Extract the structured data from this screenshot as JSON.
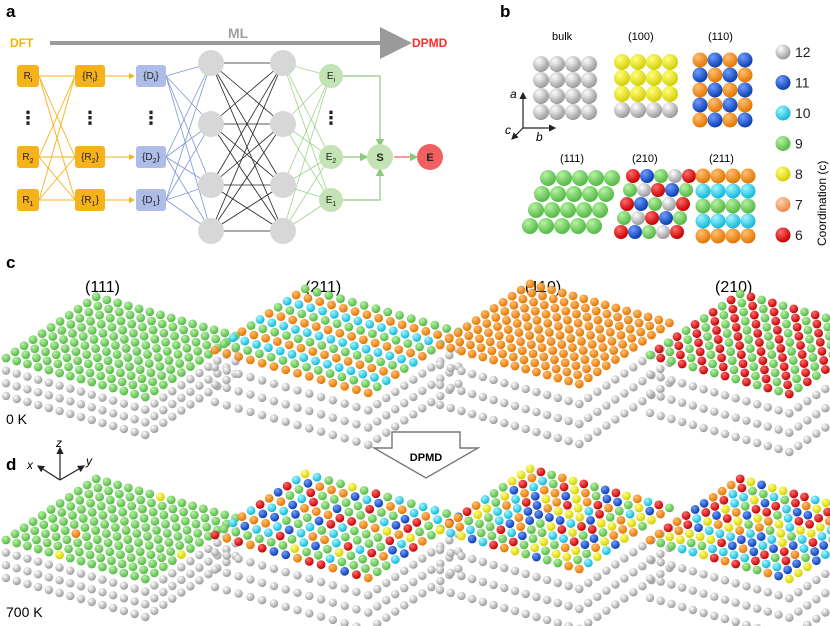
{
  "panels": {
    "a": "a",
    "b": "b",
    "c": "c",
    "d": "d"
  },
  "panel_a": {
    "dft": "DFT",
    "ml": "ML",
    "dpmd": "DPMD",
    "inputs": [
      {
        "r": "R",
        "sub": "i",
        "set_r": "{R",
        "set_sub": "i",
        "d": "{D",
        "d_sub": "i",
        "e": "E",
        "e_sub": "i"
      },
      {
        "r": "R",
        "sub": "2",
        "set_r": "{R",
        "set_sub": "2",
        "d": "{D",
        "d_sub": "2",
        "e": "E",
        "e_sub": "2"
      },
      {
        "r": "R",
        "sub": "1",
        "set_r": "{R",
        "set_sub": "1",
        "d": "{D",
        "d_sub": "1",
        "e": "E",
        "e_sub": "1"
      }
    ],
    "close": "}",
    "sum": "S",
    "energy": "E",
    "dots": "⋮"
  },
  "panel_b": {
    "facets": [
      "bulk",
      "(100)",
      "(110)",
      "(111)",
      "(210)",
      "(211)"
    ],
    "axes": {
      "a": "a",
      "b": "b",
      "c": "c"
    },
    "legend_title": "Coordination (c)",
    "legend": [
      {
        "label": "12",
        "color": "#d9d9d9"
      },
      {
        "label": "11",
        "color": "#2060c0"
      },
      {
        "label": "10",
        "color": "#33d6f0"
      },
      {
        "label": "9",
        "color": "#7ddc6a"
      },
      {
        "label": "8",
        "color": "#f2ef1f"
      },
      {
        "label": "7",
        "color": "#f4a66a"
      },
      {
        "label": "6",
        "color": "#e21b1b"
      }
    ]
  },
  "panel_c": {
    "facets": [
      "(111)",
      "(211)",
      "(110)",
      "(210)"
    ],
    "temp": "0 K"
  },
  "panel_d": {
    "temp": "700 K",
    "arrow": "DPMD",
    "axes": {
      "x": "x",
      "y": "y",
      "z": "z"
    }
  },
  "colors": {
    "dft": "#f4b400",
    "ml": "#a0a0a0",
    "dpmd": "#ff2a2a",
    "r_box": "#f5b21a",
    "d_box": "#aebde8",
    "node_gray": "#d7d7d7",
    "node_green": "#c3e3b4",
    "energy": "#f06060"
  }
}
